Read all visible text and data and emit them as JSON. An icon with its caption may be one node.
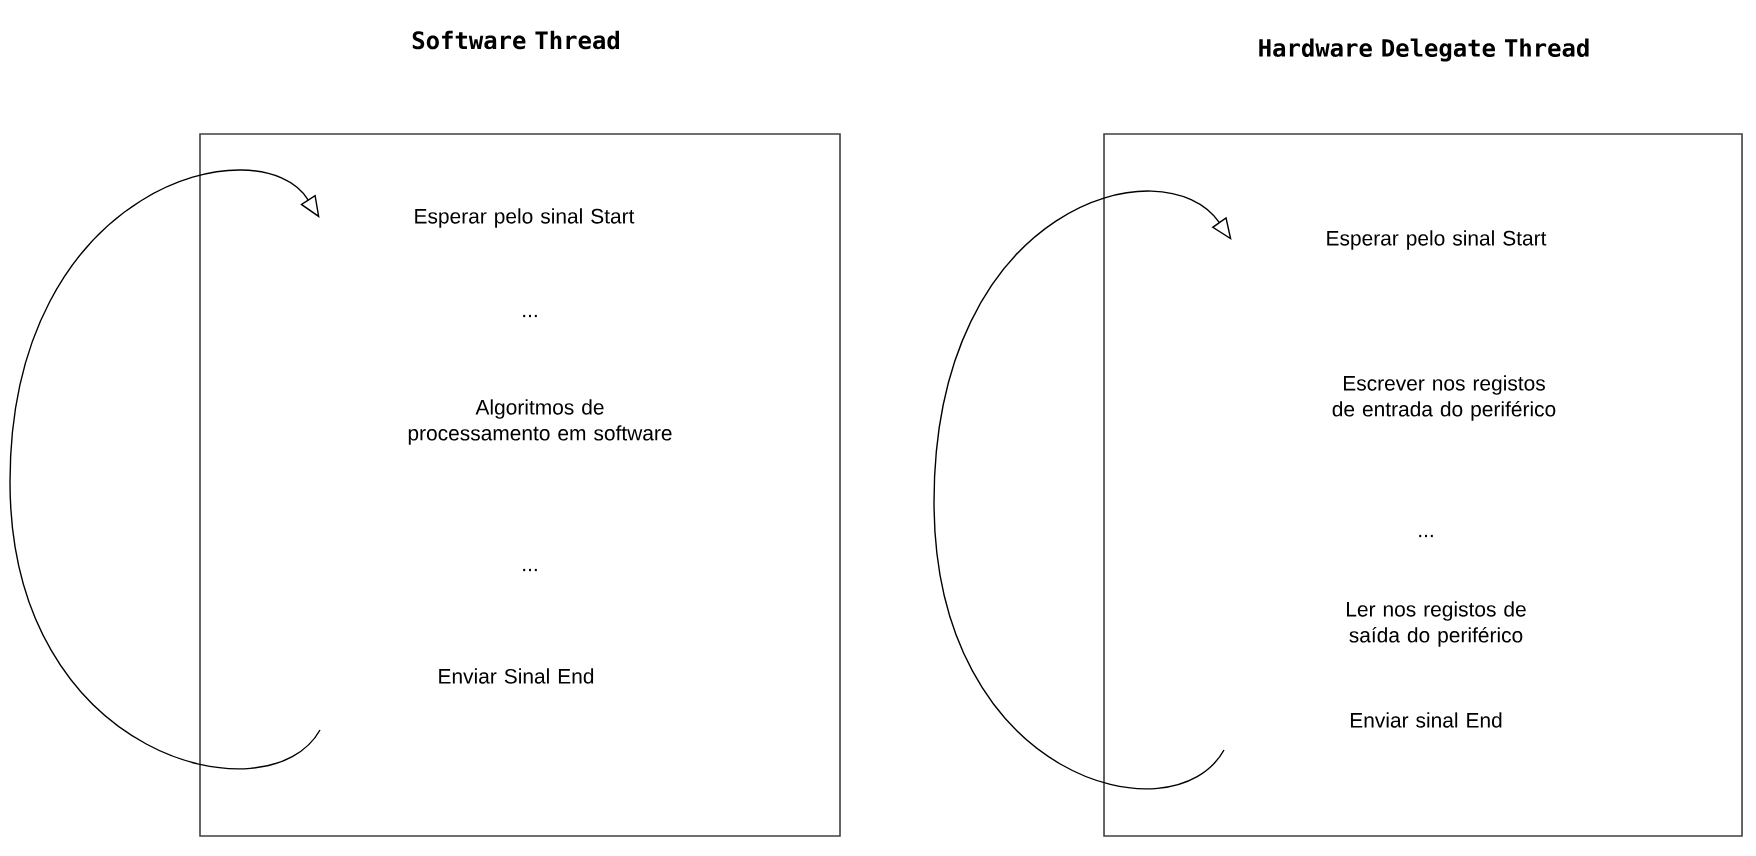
{
  "diagram": {
    "nodes": [
      {
        "text": [
          "Software Thread"
        ]
      },
      {
        "text": [
          "Esperar pelo sinal Start"
        ],
        "in": 0
      },
      {
        "text": [
          "..."
        ],
        "in": 0
      },
      {
        "text": [
          "Algoritmos de processamento em software"
        ],
        "in": 0
      },
      {
        "text": [
          "..."
        ],
        "in": 0
      },
      {
        "text": [
          "Enviar Sinal End"
        ],
        "in": 0
      },
      {
        "text": [
          "Hardware Delegate Thread"
        ]
      },
      {
        "text": [
          "Esperar pelo sinal Start"
        ],
        "in": 6
      },
      {
        "text": [
          "Escrever nos registos de entrada do periférico"
        ],
        "in": 6
      },
      {
        "text": [
          "..."
        ],
        "in": 6
      },
      {
        "text": [
          "Ler nos registos de saída do periférico"
        ],
        "in": 6
      },
      {
        "text": [
          "Enviar sinal End"
        ],
        "in": 6
      }
    ],
    "edges": [
      {
        "from": null,
        "to": 1,
        "arrow": "to"
      },
      {
        "from": null,
        "to": 7,
        "arrow": "to"
      }
    ]
  }
}
